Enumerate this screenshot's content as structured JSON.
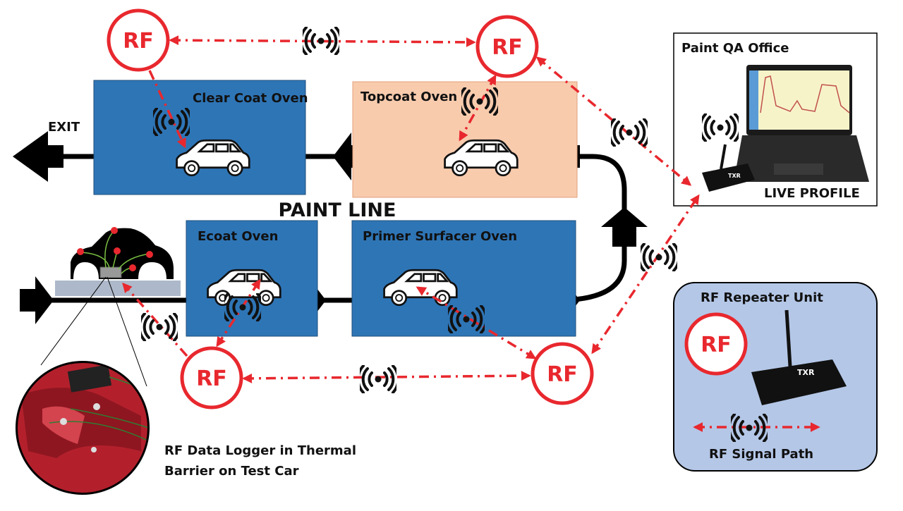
{
  "title": "PAINT LINE",
  "exit_label": "EXIT",
  "ovens": [
    {
      "label": "Clear Coat Oven"
    },
    {
      "label": "Topcoat Oven"
    },
    {
      "label": "Ecoat Oven"
    },
    {
      "label": "Primer Surfacer Oven"
    }
  ],
  "rf_label": "RF",
  "office": {
    "title": "Paint QA Office",
    "caption": "LIVE PROFILE",
    "device_label": "TXR"
  },
  "repeater": {
    "title": "RF Repeater Unit",
    "device_label": "TXR",
    "legend_label": "RF Signal Path"
  },
  "logger_caption": {
    "line1": "RF Data Logger in Thermal",
    "line2": "Barrier on Test Car"
  },
  "colors": {
    "oven_blue": "#2e75b6",
    "topcoat": "#f8cbad",
    "rf_red": "#e8282e",
    "repeater_bg": "#b4c7e7"
  },
  "icons": [
    "wireless-signal-icon",
    "car-icon",
    "arrow-icon",
    "laptop-icon",
    "transmitter-icon"
  ]
}
